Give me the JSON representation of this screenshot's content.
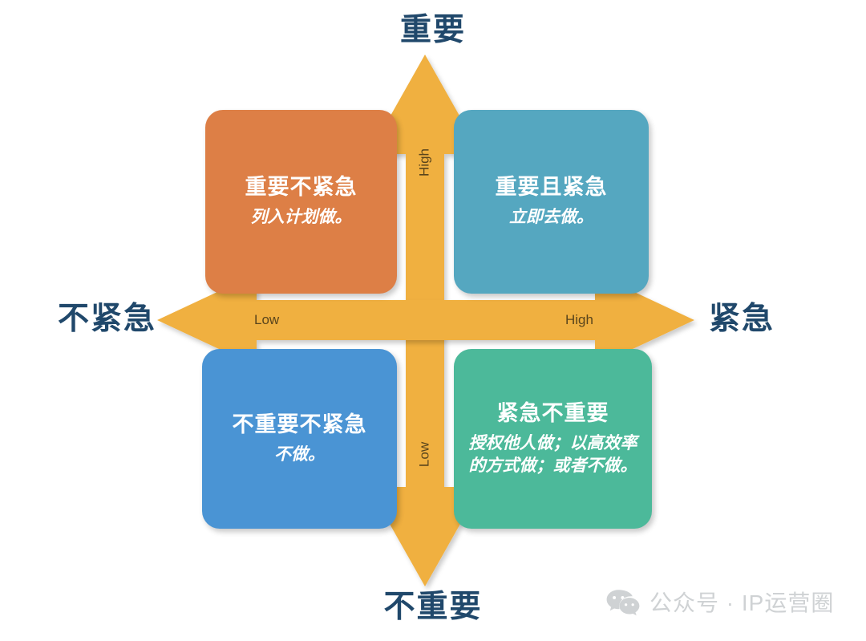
{
  "diagram": {
    "title_top": "重要",
    "title_bottom": "不重要",
    "title_left": "不紧急",
    "title_right": "紧急"
  },
  "axes": {
    "horizontal": {
      "low_tick": "Low",
      "high_tick": "High"
    },
    "vertical": {
      "high_tick": "High",
      "low_tick": "Low"
    },
    "arrow_color": "#f0b040"
  },
  "quadrants": [
    {
      "id": "important-not-urgent",
      "title": "重要不紧急",
      "description": "列入计划做。",
      "color": "#dd7f46"
    },
    {
      "id": "important-and-urgent",
      "title": "重要且紧急",
      "description": "立即去做。",
      "color": "#55a7c0"
    },
    {
      "id": "not-important-not-urgent",
      "title": "不重要不紧急",
      "description": "不做。",
      "color": "#4a94d4"
    },
    {
      "id": "urgent-not-important",
      "title": "紧急不重要",
      "description": "授权他人做；以高效率的方式做；或者不做。",
      "color": "#4cb99a"
    }
  ],
  "watermark": {
    "text": "公众号 · IP运营圈",
    "icon": "wechat-icon",
    "color": "#cfd2d4"
  },
  "theme": {
    "background": "#ffffff",
    "label_color": "#20486b",
    "tick_color": "#5a451c"
  }
}
